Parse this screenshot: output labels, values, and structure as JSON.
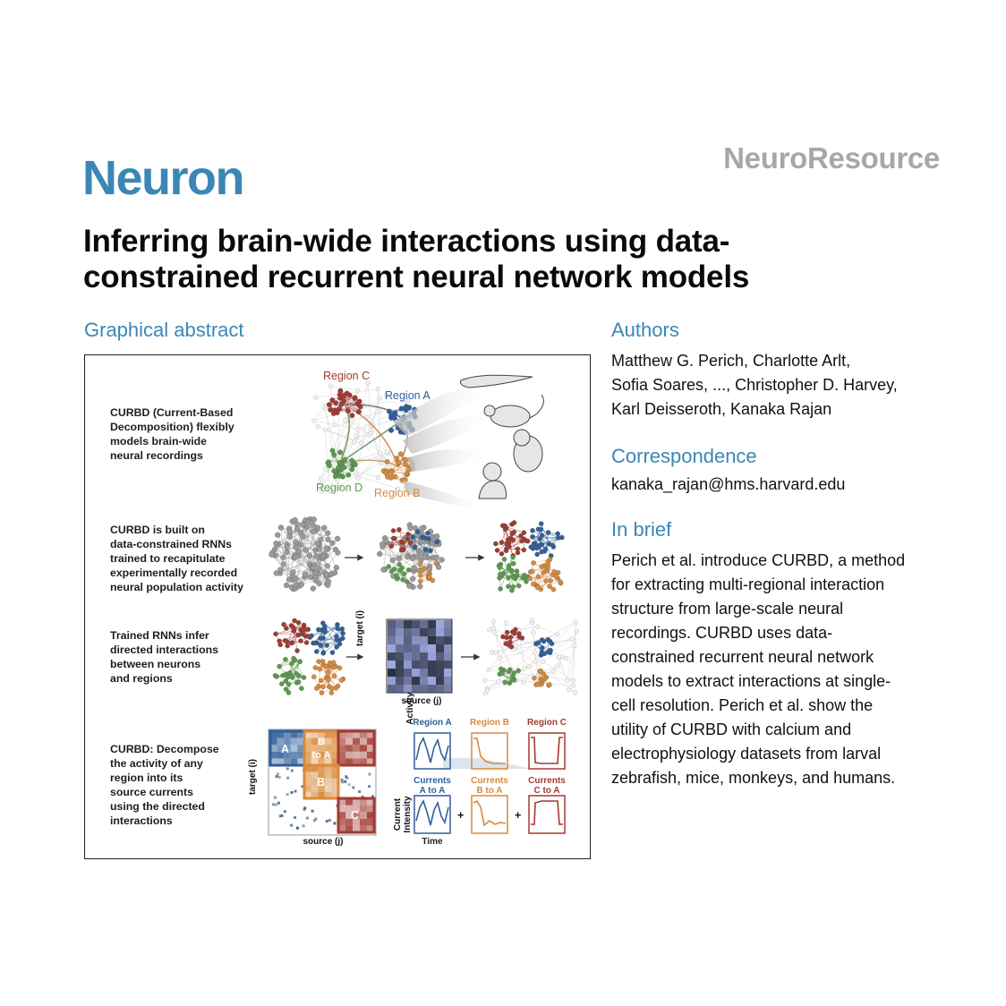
{
  "header": {
    "journal": "Neuron",
    "section": "NeuroResource"
  },
  "title_lines": [
    "Inferring brain-wide interactions using data-",
    "constrained recurrent neural network models"
  ],
  "graphical_abstract": {
    "heading": "Graphical abstract",
    "panel1_lines": [
      "CURBD (Current-Based",
      "Decomposition) flexibly",
      "models brain-wide",
      "neural recordings"
    ],
    "panel2_lines": [
      "CURBD is built on",
      "data-constrained RNNs",
      "trained to recapitulate",
      "experimentally recorded",
      "neural population activity"
    ],
    "panel3_lines": [
      "Trained RNNs infer",
      "directed interactions",
      "between neurons",
      "and regions"
    ],
    "panel4_lines": [
      "CURBD: Decompose",
      "the activity of any",
      "region into its",
      "source currents",
      "using the directed",
      "interactions"
    ],
    "region_labels": {
      "c": "Region C",
      "a": "Region A",
      "d": "Region D",
      "b": "Region B"
    },
    "axis_target": "target (i)",
    "axis_source": "source (j)",
    "matrix_labels": {
      "a": "A",
      "b_to_a_1": "B",
      "b_to_a_2": "to A",
      "b": "B",
      "c": "C"
    },
    "activity_label": "Activity",
    "current_label_1": "Current",
    "current_label_2": "Intensity",
    "time_label": "Time",
    "trace_titles": [
      "Region A",
      "Region B",
      "Region C"
    ],
    "current_titles": [
      [
        "Currents",
        "A to A"
      ],
      [
        "Currents",
        "B to A"
      ],
      [
        "Currents",
        "C to A"
      ]
    ],
    "plus": "+",
    "colors": {
      "region_a": "#2f5f9a",
      "region_b": "#d98a3a",
      "region_c": "#a23a32",
      "region_d": "#5b9a4e"
    }
  },
  "authors": {
    "heading": "Authors",
    "lines": [
      "Matthew G. Perich, Charlotte Arlt,",
      "Sofia Soares, ..., Christopher D. Harvey,",
      "Karl Deisseroth, Kanaka Rajan"
    ]
  },
  "correspondence": {
    "heading": "Correspondence",
    "email": "kanaka_rajan@hms.harvard.edu"
  },
  "in_brief": {
    "heading": "In brief",
    "lines": [
      "Perich et al. introduce CURBD, a method",
      "for extracting multi-regional interaction",
      "structure from large-scale neural",
      "recordings. CURBD uses data-",
      "constrained recurrent neural network",
      "models to extract interactions at single-",
      "cell resolution. Perich et al. show the",
      "utility of CURBD with calcium and",
      "electrophysiology datasets from larval",
      "zebrafish, mice, monkeys, and humans."
    ]
  }
}
